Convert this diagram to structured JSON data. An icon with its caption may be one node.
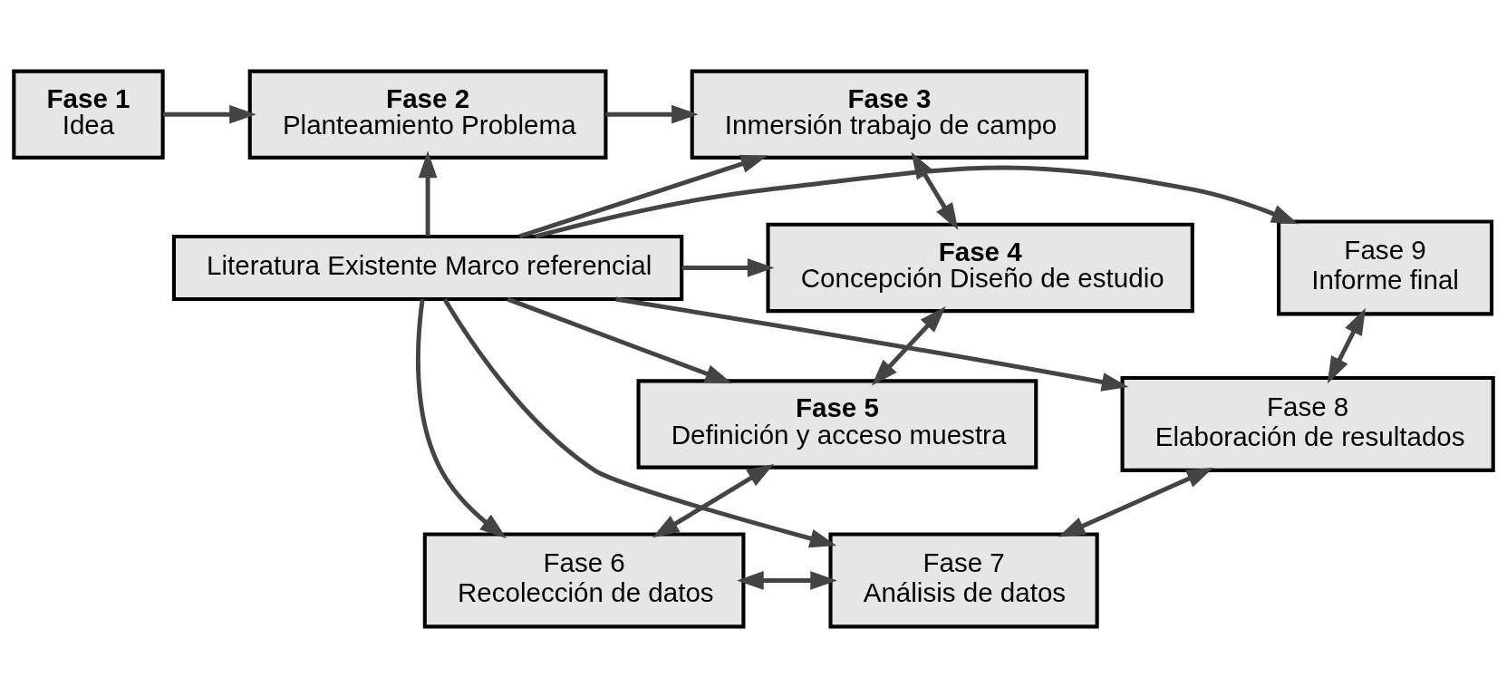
{
  "diagram": {
    "nodes": [
      {
        "text": [
          "Fase 1",
          "Idea"
        ]
      },
      {
        "text": [
          "Fase 2",
          "Planteamiento Problema"
        ]
      },
      {
        "text": [
          "Fase 3",
          "Inmersión trabajo de campo"
        ]
      },
      {
        "text": [
          "Fase 4",
          "Concepción Diseño de estudio"
        ]
      },
      {
        "text": [
          "Fase 5",
          "Definición y acceso muestra"
        ]
      },
      {
        "text": [
          "Fase 6",
          "Recolección de datos"
        ]
      },
      {
        "text": [
          "Fase 7",
          "Análisis de datos"
        ]
      },
      {
        "text": [
          "Fase 8",
          "Elaboración de resultados"
        ]
      },
      {
        "text": [
          "Fase 9",
          "Informe final"
        ]
      },
      {
        "text": [
          "Literatura Existente Marco referencial"
        ]
      }
    ],
    "edges": [
      {
        "from": 0,
        "to": 1,
        "arrow": "to"
      },
      {
        "from": 1,
        "to": 2,
        "arrow": "to"
      },
      {
        "from": 2,
        "to": 3,
        "arrow": "both"
      },
      {
        "from": 3,
        "to": 4,
        "arrow": "both"
      },
      {
        "from": 4,
        "to": 5,
        "arrow": "both"
      },
      {
        "from": 5,
        "to": 6,
        "arrow": "both"
      },
      {
        "from": 6,
        "to": 7,
        "arrow": "both"
      },
      {
        "from": 7,
        "to": 8,
        "arrow": "both"
      },
      {
        "from": 9,
        "to": 1,
        "arrow": "to"
      },
      {
        "from": 9,
        "to": 2,
        "arrow": "to"
      },
      {
        "from": 9,
        "to": 3,
        "arrow": "to"
      },
      {
        "from": 9,
        "to": 4,
        "arrow": "to"
      },
      {
        "from": 9,
        "to": 5,
        "arrow": "to"
      },
      {
        "from": 9,
        "to": 6,
        "arrow": "to"
      },
      {
        "from": 9,
        "to": 7,
        "arrow": "to"
      },
      {
        "from": 9,
        "to": 8,
        "arrow": "to"
      }
    ]
  }
}
